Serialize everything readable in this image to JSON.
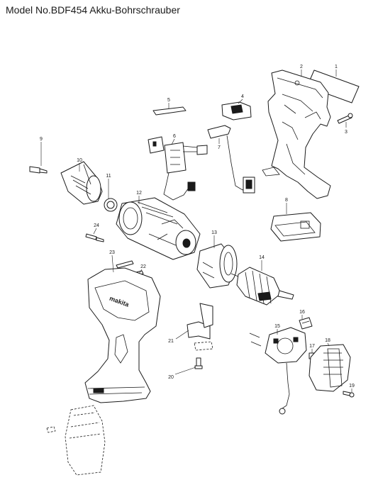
{
  "header": {
    "title": "Model No.BDF454 Akku-Bohrschrauber"
  },
  "callouts": [
    {
      "id": "callout-1",
      "label": "1"
    },
    {
      "id": "callout-2",
      "label": "2"
    },
    {
      "id": "callout-3",
      "label": "3"
    },
    {
      "id": "callout-4",
      "label": "4"
    },
    {
      "id": "callout-5",
      "label": "5"
    },
    {
      "id": "callout-6",
      "label": "6"
    },
    {
      "id": "callout-7",
      "label": "7"
    },
    {
      "id": "callout-8",
      "label": "8"
    },
    {
      "id": "callout-9",
      "label": "9"
    },
    {
      "id": "callout-10",
      "label": "10"
    },
    {
      "id": "callout-11",
      "label": "11"
    },
    {
      "id": "callout-12",
      "label": "12"
    },
    {
      "id": "callout-13",
      "label": "13"
    },
    {
      "id": "callout-14",
      "label": "14"
    },
    {
      "id": "callout-15",
      "label": "15"
    },
    {
      "id": "callout-16",
      "label": "16"
    },
    {
      "id": "callout-17",
      "label": "17"
    },
    {
      "id": "callout-18",
      "label": "18"
    },
    {
      "id": "callout-19",
      "label": "19"
    },
    {
      "id": "callout-20",
      "label": "20"
    },
    {
      "id": "callout-21",
      "label": "21"
    },
    {
      "id": "callout-22",
      "label": "22"
    },
    {
      "id": "callout-23",
      "label": "23"
    },
    {
      "id": "callout-24",
      "label": "24"
    }
  ],
  "housing_logo": "makita"
}
